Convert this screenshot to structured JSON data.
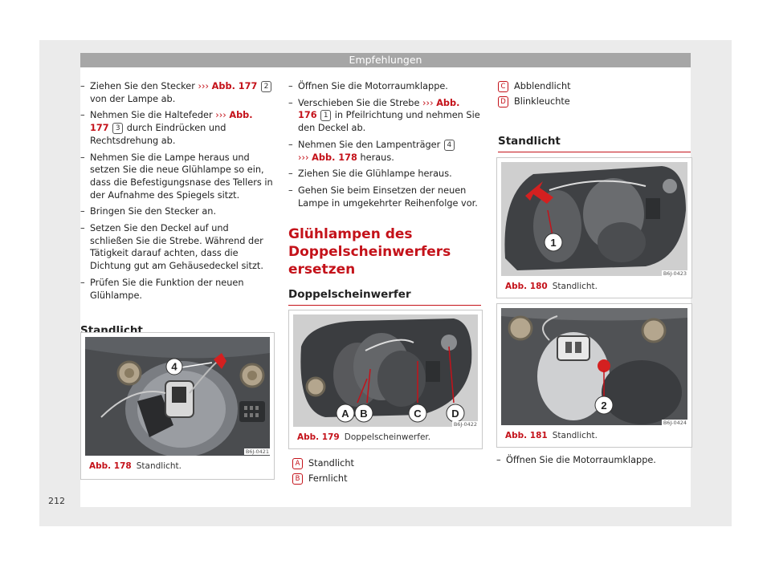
{
  "header": {
    "title": "Empfehlungen"
  },
  "page_number": "212",
  "left_column": {
    "items": [
      {
        "pre": "Ziehen Sie den Stecker ",
        "arrow": "›››",
        "ref": "Abb. 177",
        "num": "2",
        "post": " von der Lampe ab."
      },
      {
        "pre": "Nehmen Sie die Haltefeder ",
        "arrow": "›››",
        "ref": "Abb. 177",
        "num": "3",
        "post": " durch Eindrücken und Rechtsdrehung ab."
      },
      {
        "text": "Nehmen Sie die Lampe heraus und setzen Sie die neue Glühlampe so ein, dass die Befestigungsnase des Tellers in der Auf­nahme des Spiegels sitzt."
      },
      {
        "text": "Bringen Sie den Stecker an."
      },
      {
        "text": "Setzen Sie den Deckel auf und schließen Sie die Strebe. Während der Tätigkeit da­rauf achten, dass die Dichtung gut am Geh­äusedeckel sitzt."
      },
      {
        "text": "Prüfen Sie die Funktion der neuen Glühlam­pe."
      }
    ],
    "section": "Standlicht",
    "figure": {
      "label": "Abb. 178",
      "caption": "Standlicht.",
      "code": "B6J-0421",
      "callout": "4"
    }
  },
  "middle_column": {
    "items": [
      {
        "text": "Öffnen Sie die Motorraumklappe."
      },
      {
        "pre": "Verschieben Sie die Strebe ",
        "arrow": "›››",
        "ref": "Abb. 176",
        "num": "1",
        "post": " in Pfeilrichtung und nehmen Sie den Deckel ab."
      },
      {
        "pre": "Nehmen Sie den Lampenträger ",
        "num": "4",
        "arrow": "›››",
        "ref": "Abb. 178",
        "post": " heraus."
      },
      {
        "text": "Ziehen Sie die Glühlampe heraus."
      },
      {
        "text": "Gehen Sie beim Einsetzen der neuen Lam­pe in umgekehrter Reihenfolge vor."
      }
    ],
    "heading": "Glühlampen des Doppelscheinwerfers ersetzen",
    "section": "Doppelscheinwerfer",
    "figure": {
      "label": "Abb. 179",
      "caption": "Doppelscheinwerfer.",
      "code": "B6J-0422",
      "callouts": [
        "A",
        "B",
        "C",
        "D"
      ]
    },
    "legend": [
      {
        "key": "A",
        "text": "Standlicht"
      },
      {
        "key": "B",
        "text": "Fernlicht"
      }
    ]
  },
  "right_column": {
    "legend": [
      {
        "key": "C",
        "text": "Abblendlicht"
      },
      {
        "key": "D",
        "text": "Blinkleuchte"
      }
    ],
    "section": "Standlicht",
    "figure1": {
      "label": "Abb. 180",
      "caption": "Standlicht.",
      "code": "B6J-0423",
      "callout": "1"
    },
    "figure2": {
      "label": "Abb. 181",
      "caption": "Standlicht.",
      "code": "B6J-0424",
      "callout": "2"
    },
    "final_item": "Öffnen Sie die Motorraumklappe."
  },
  "colors": {
    "accent": "#c4121a",
    "header_bg": "#a6a6a6",
    "page_bg": "#ebebeb"
  }
}
